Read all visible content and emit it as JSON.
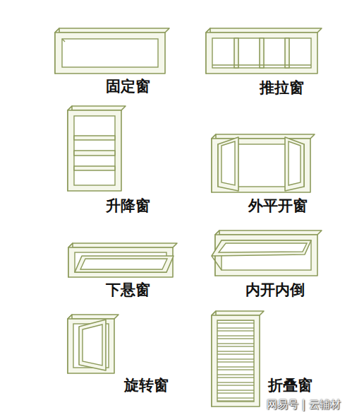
{
  "diagram": {
    "labels": [
      "固定窗",
      "推拉窗",
      "升降窗",
      "外平开窗",
      "下悬窗",
      "内开内倒",
      "旋转窗",
      "折叠窗",
      "网易号 | 云辅材"
    ]
  }
}
